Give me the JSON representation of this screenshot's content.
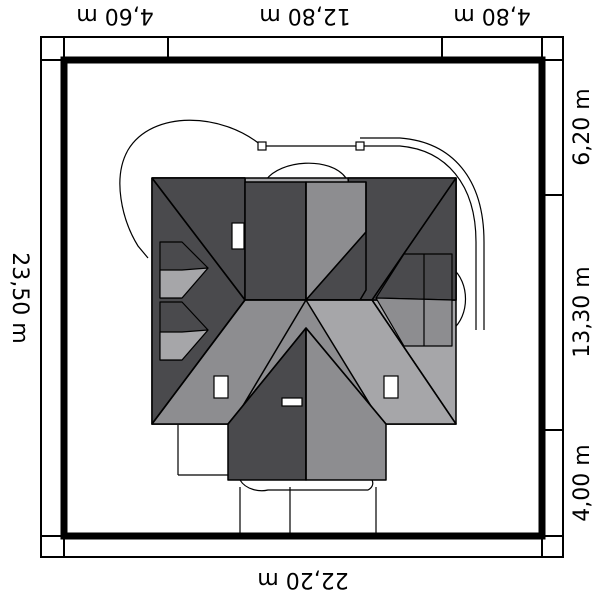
{
  "dimensions": {
    "top": [
      "4,60 m",
      "12,80 m",
      "4,80 m"
    ],
    "bottom": "22,20 m",
    "left": "23,50 m",
    "right": [
      "6,20 m",
      "13,30 m",
      "4,00 m"
    ]
  },
  "colors": {
    "roof_dark": "#4a4a4d",
    "roof_mid": "#8d8d90",
    "roof_light": "#a6a6a9",
    "outline": "#000000",
    "background": "#ffffff"
  }
}
